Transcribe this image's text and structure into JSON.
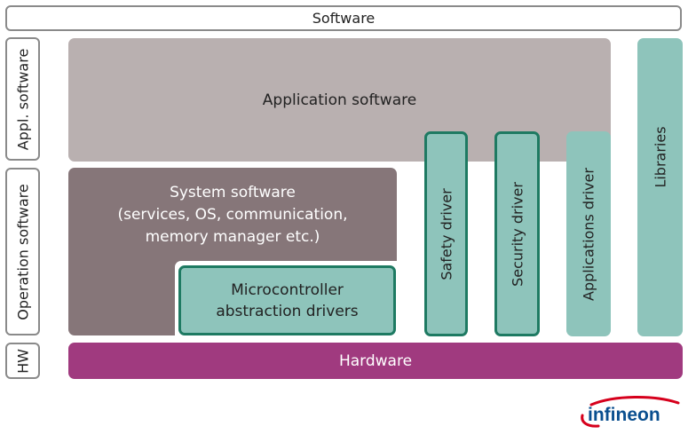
{
  "header": {
    "title": "Software"
  },
  "side_labels": {
    "appl": "Appl. software",
    "operation": "Operation software",
    "hw": "HW"
  },
  "blocks": {
    "application_software": "Application software",
    "system_software": [
      "System software",
      "(services, OS, communication,",
      "memory manager etc.)"
    ],
    "mcu_drivers": [
      "Microcontroller",
      "abstraction drivers"
    ],
    "safety_driver": "Safety driver",
    "security_driver": "Security driver",
    "applications_driver": "Applications driver",
    "libraries": "Libraries",
    "hardware": "Hardware"
  },
  "logo": {
    "text": "infineon"
  },
  "colors": {
    "application": "#b9b0b0",
    "system": "#867679",
    "teal": "#8ec4bb",
    "teal_border": "#1e7a62",
    "hardware": "#a03a7f",
    "logo": "#0a4f8f",
    "logo_swoosh": "#d6001c"
  }
}
